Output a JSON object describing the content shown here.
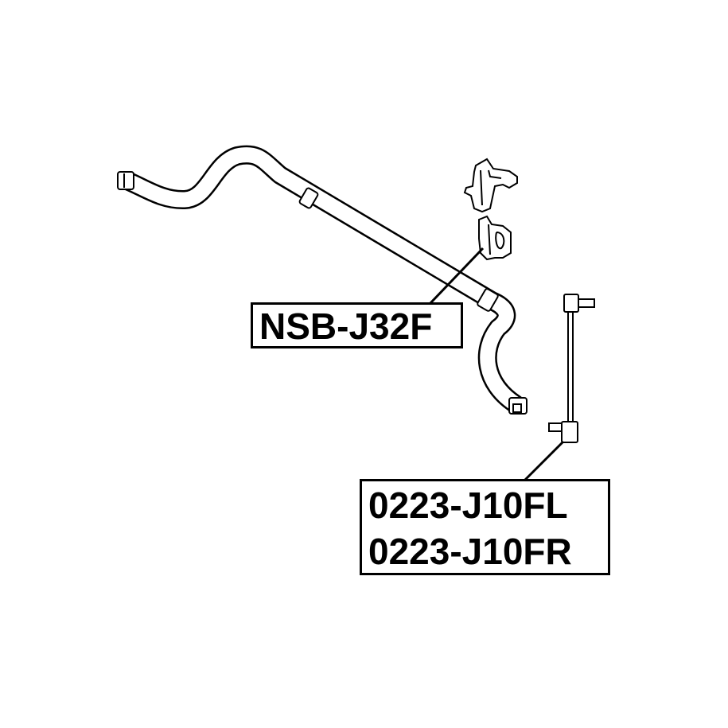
{
  "labels": {
    "bushing": "NSB-J32F",
    "link_left": "0223-J10FL",
    "link_right": "0223-J10FR"
  },
  "colors": {
    "line": "#000000",
    "background": "#ffffff"
  }
}
